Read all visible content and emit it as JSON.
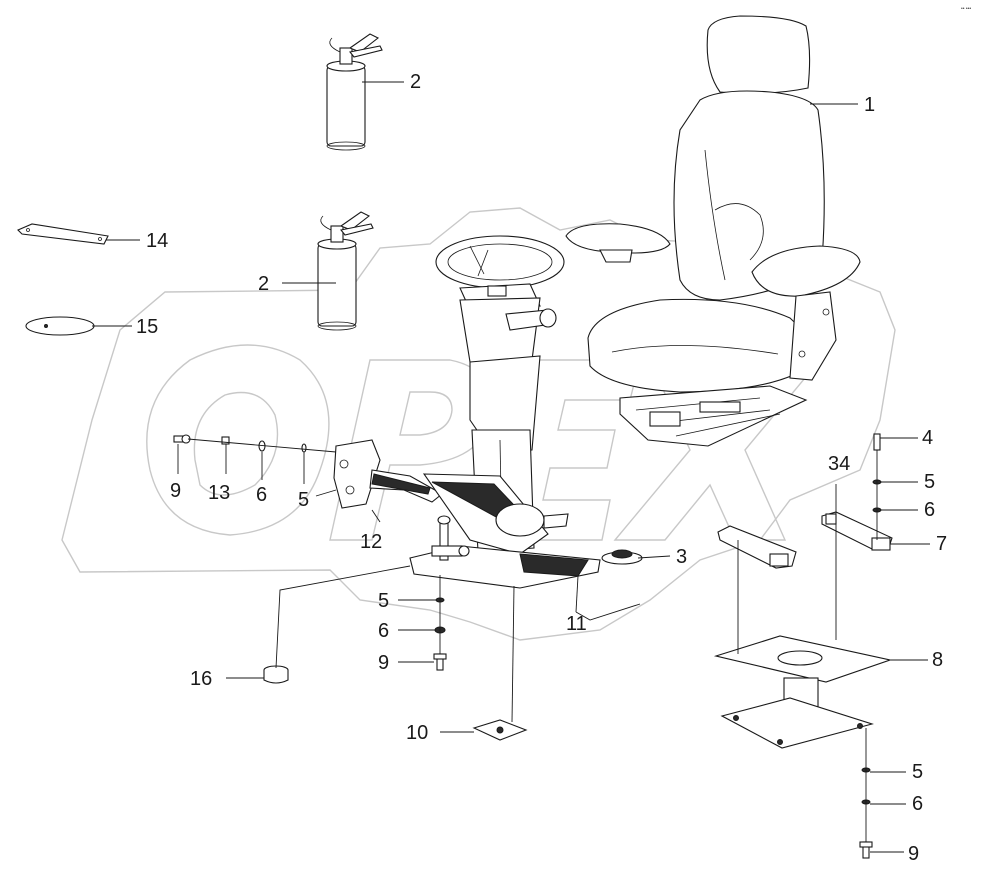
{
  "watermark": {
    "text": "OPEX"
  },
  "corner_mark": "•• •••",
  "callouts": [
    {
      "id": "c1",
      "label": "1"
    },
    {
      "id": "c2a",
      "label": "2"
    },
    {
      "id": "c2b",
      "label": "2"
    },
    {
      "id": "c3",
      "label": "3"
    },
    {
      "id": "c4",
      "label": "4"
    },
    {
      "id": "c5a",
      "label": "5"
    },
    {
      "id": "c5b",
      "label": "5"
    },
    {
      "id": "c5c",
      "label": "5"
    },
    {
      "id": "c5d",
      "label": "5"
    },
    {
      "id": "c6a",
      "label": "6"
    },
    {
      "id": "c6b",
      "label": "6"
    },
    {
      "id": "c6c",
      "label": "6"
    },
    {
      "id": "c6d",
      "label": "6"
    },
    {
      "id": "c7",
      "label": "7"
    },
    {
      "id": "c8",
      "label": "8"
    },
    {
      "id": "c9a",
      "label": "9"
    },
    {
      "id": "c9b",
      "label": "9"
    },
    {
      "id": "c9c",
      "label": "9"
    },
    {
      "id": "c10",
      "label": "10"
    },
    {
      "id": "c11",
      "label": "11"
    },
    {
      "id": "c12",
      "label": "12"
    },
    {
      "id": "c13",
      "label": "13"
    },
    {
      "id": "c14",
      "label": "14"
    },
    {
      "id": "c15",
      "label": "15"
    },
    {
      "id": "c16",
      "label": "16"
    },
    {
      "id": "c34",
      "label": "34"
    }
  ],
  "colors": {
    "line": "#1a1a1a",
    "watermark": "#c8c8c8",
    "background": "#ffffff"
  }
}
